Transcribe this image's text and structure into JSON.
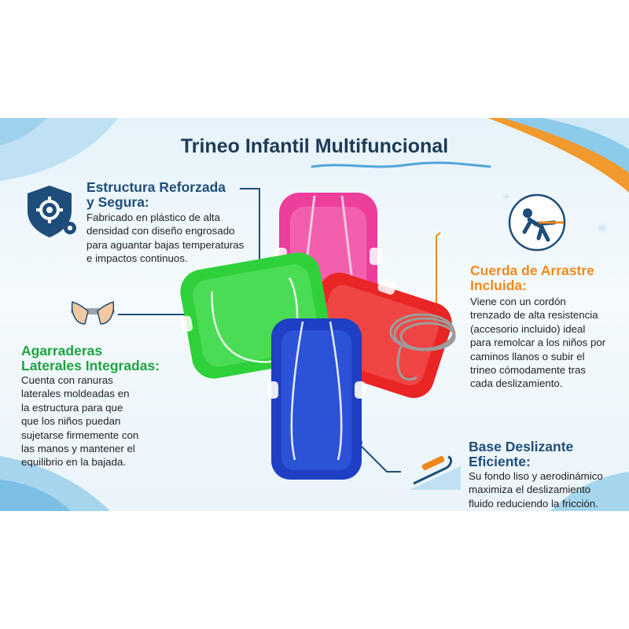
{
  "title": {
    "part1": "Trineo Infantil",
    "part2": "Multifuncional"
  },
  "features": {
    "estructura": {
      "icon": "shield-gear-icon",
      "title_line1": "Estructura Reforzada",
      "title_line2": "y Segura:",
      "body": [
        "Fabricado en plástico de alta",
        "densidad con diseño engrosado",
        "para aguantar bajas temperaturas",
        "e impactos continuos."
      ]
    },
    "agarraderas": {
      "icon": "hands-grip-icon",
      "title_line1": "Agarraderas",
      "title_line2": "Laterales Integradas:",
      "body": [
        "Cuenta con ranuras",
        "laterales moldeadas en",
        "la estructura para que",
        "que los niños puedan",
        "sujetarse firmemente con",
        "las manos y mantener el",
        "equilibrio en la bajada."
      ]
    },
    "cuerda": {
      "icon": "person-pulling-rope-icon",
      "title_line1": "Cuerda de Arrastre",
      "title_line2": "Incluida:",
      "body": [
        "Viene con un cordón",
        "trenzado de alta resistencia",
        "(accesorio incluido) ideal",
        "para remolcar a los niños por",
        "caminos llanos o subir el",
        "trineo cómodamente tras",
        "cada deslizamiento."
      ]
    },
    "base": {
      "icon": "sled-on-slope-icon",
      "title_line1": "Base Deslizante",
      "title_line2": "Eficiente:",
      "body": [
        "Su fondo liso y aerodinámico",
        "maximiza el deslizamiento",
        "fluido reduciendo la fricción."
      ]
    }
  },
  "colors": {
    "navy": "#1f4d7a",
    "green": "#1ea341",
    "orange": "#f0891c",
    "pink": "#ee3e9c",
    "lime": "#2fd13a",
    "red": "#ea2525",
    "blue": "#1f3fc4"
  }
}
